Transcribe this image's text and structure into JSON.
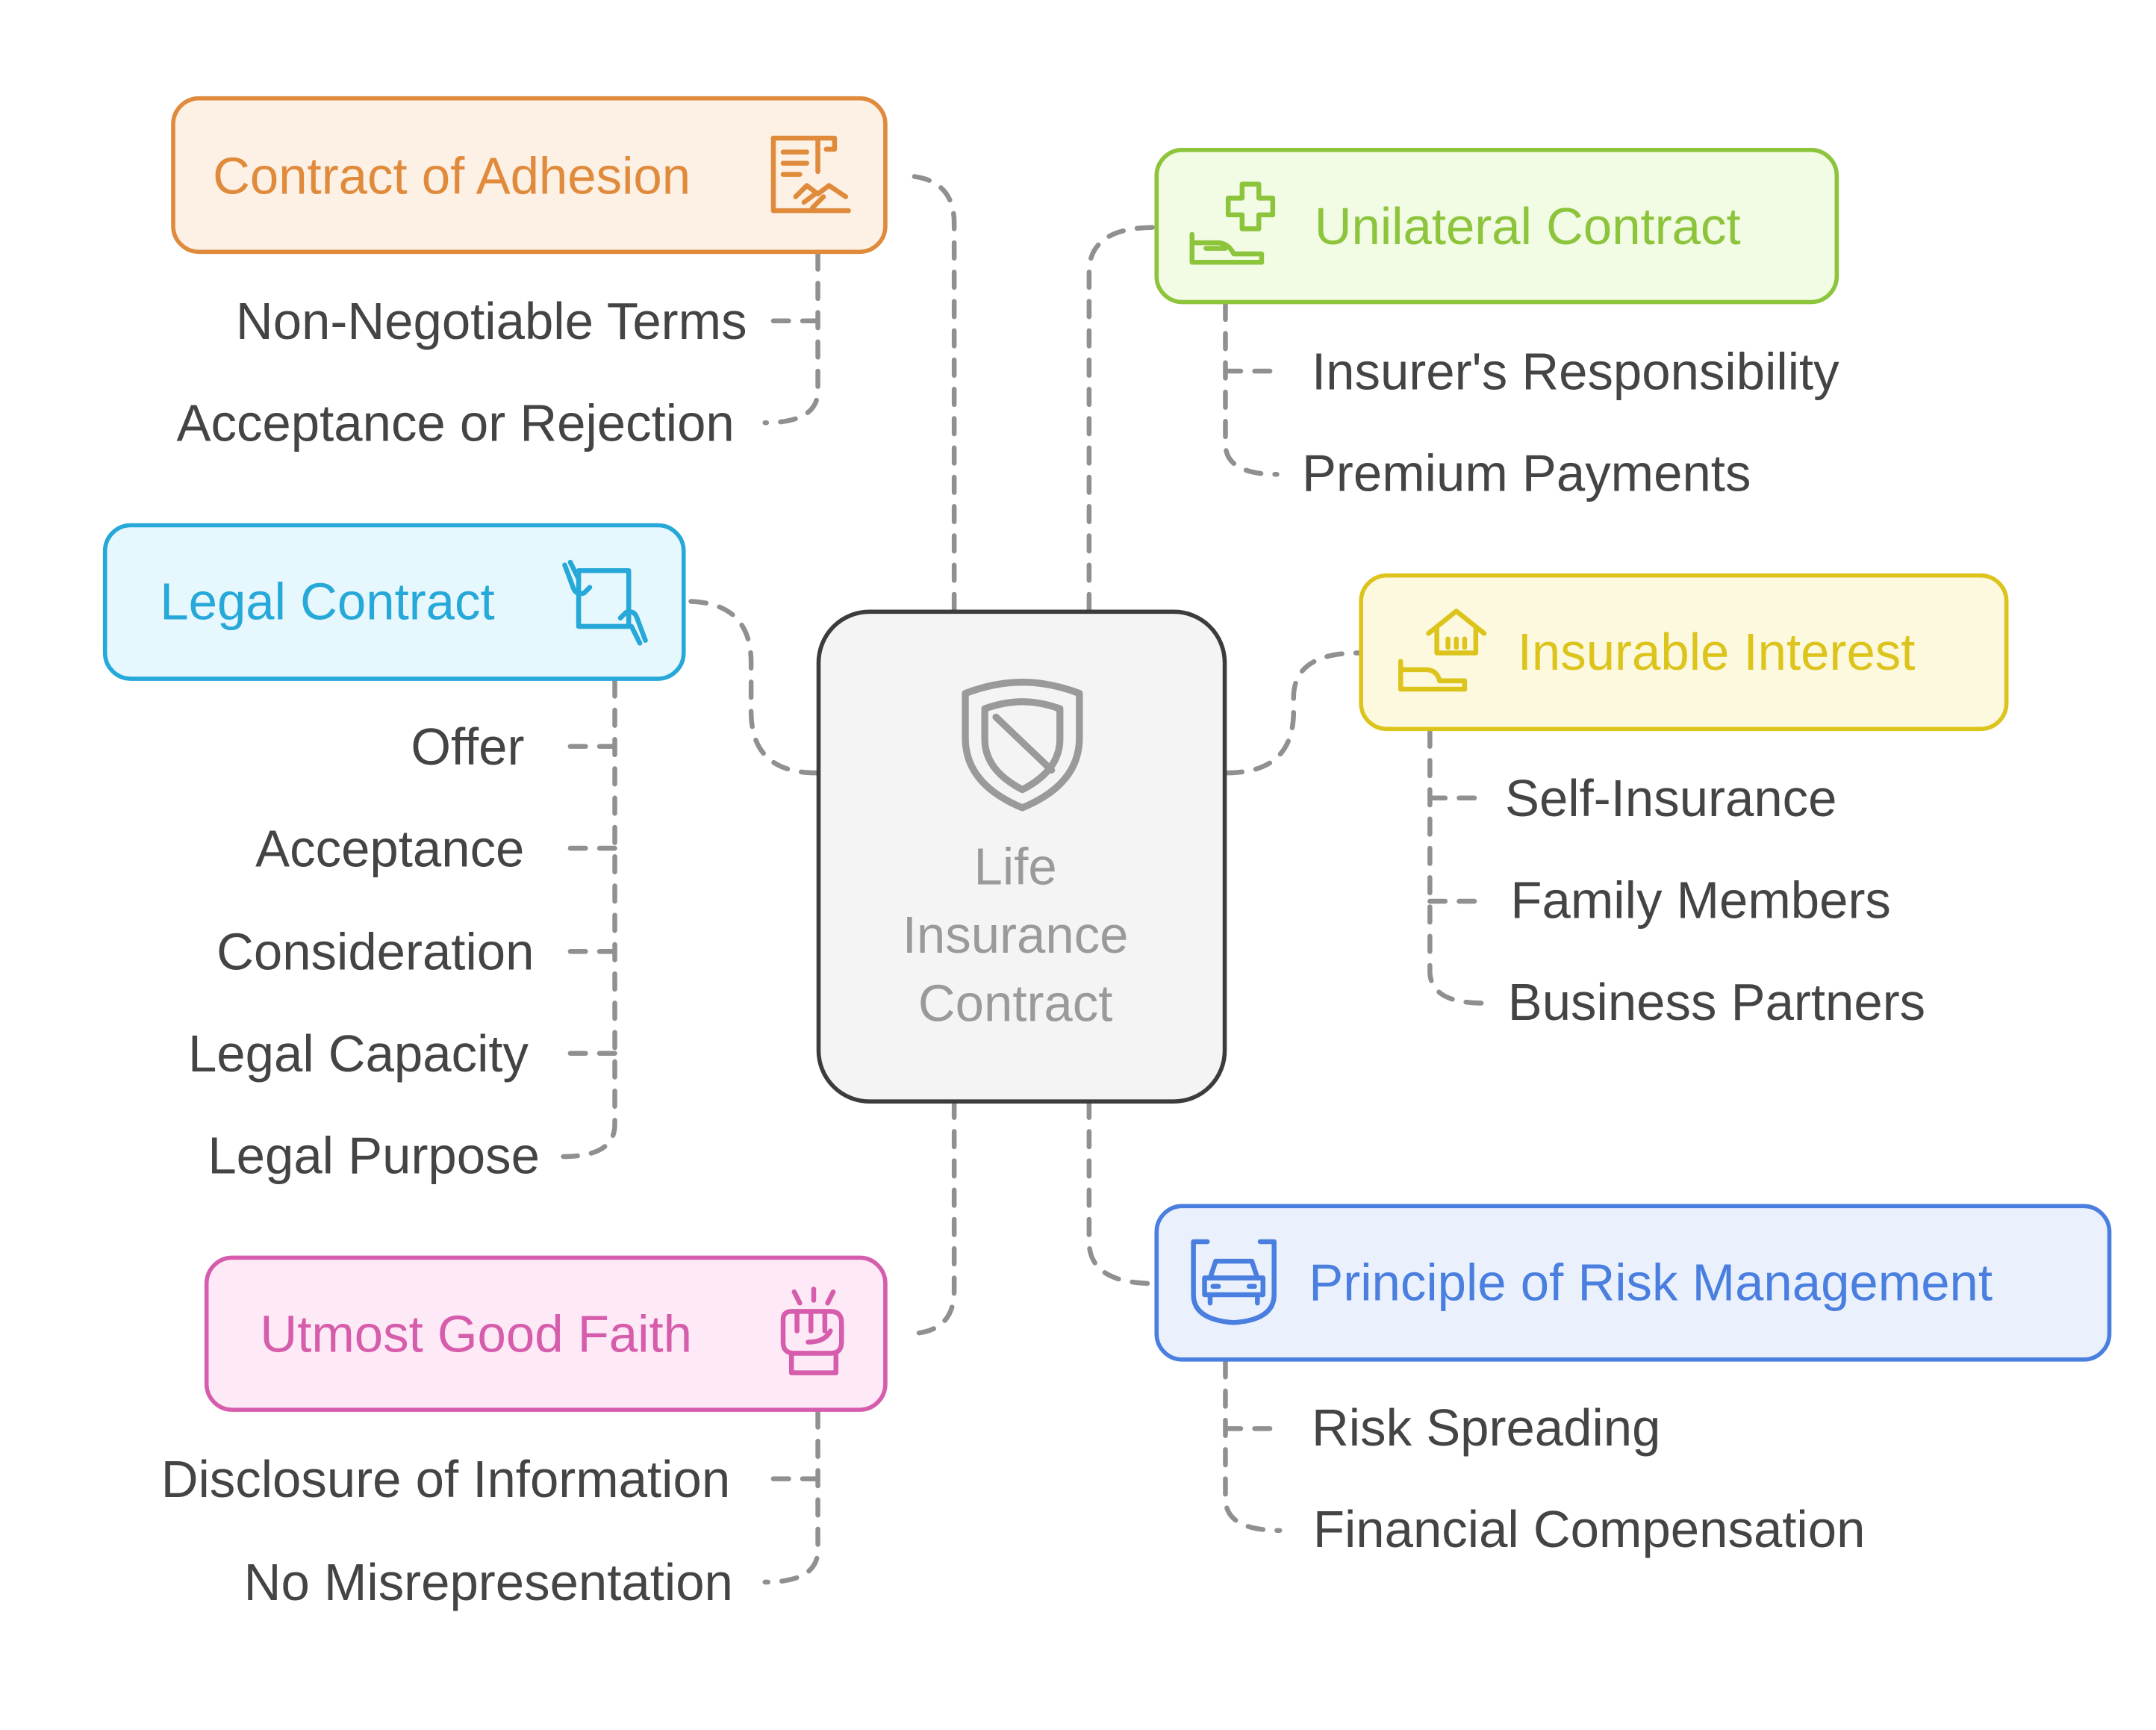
{
  "center": {
    "title_lines": [
      "Life",
      "Insurance",
      "Contract"
    ],
    "icon": "shield-icon"
  },
  "branches": {
    "adhesion": {
      "title": "Contract of Adhesion",
      "icon": "contract-handshake-icon",
      "color": "#e08a3c",
      "fill": "#fdf0e4",
      "items": [
        "Non-Negotiable Terms",
        "Acceptance or Rejection"
      ]
    },
    "unilateral": {
      "title": "Unilateral Contract",
      "icon": "hand-plus-icon",
      "color": "#8cc43c",
      "fill": "#f2fbe3",
      "items": [
        "Insurer's Responsibility",
        "Premium Payments"
      ]
    },
    "legal": {
      "title": "Legal Contract",
      "icon": "hands-document-icon",
      "color": "#26a8d8",
      "fill": "#e6f7fd",
      "items": [
        "Offer",
        "Acceptance",
        "Consideration",
        "Legal Capacity",
        "Legal Purpose"
      ]
    },
    "insurable": {
      "title": "Insurable Interest",
      "icon": "hand-house-icon",
      "color": "#dcc41c",
      "fill": "#fdf9df",
      "items": [
        "Self-Insurance",
        "Family Members",
        "Business Partners"
      ]
    },
    "faith": {
      "title": "Utmost Good Faith",
      "icon": "raised-fist-icon",
      "color": "#d65cac",
      "fill": "#fdeaf6",
      "items": [
        "Disclosure of Information",
        "No Misrepresentation"
      ]
    },
    "risk": {
      "title": "Principle of Risk Management",
      "icon": "car-shield-icon",
      "color": "#4a7fe0",
      "fill": "#eaf1fc",
      "items": [
        "Risk Spreading",
        "Financial Compensation"
      ]
    }
  }
}
